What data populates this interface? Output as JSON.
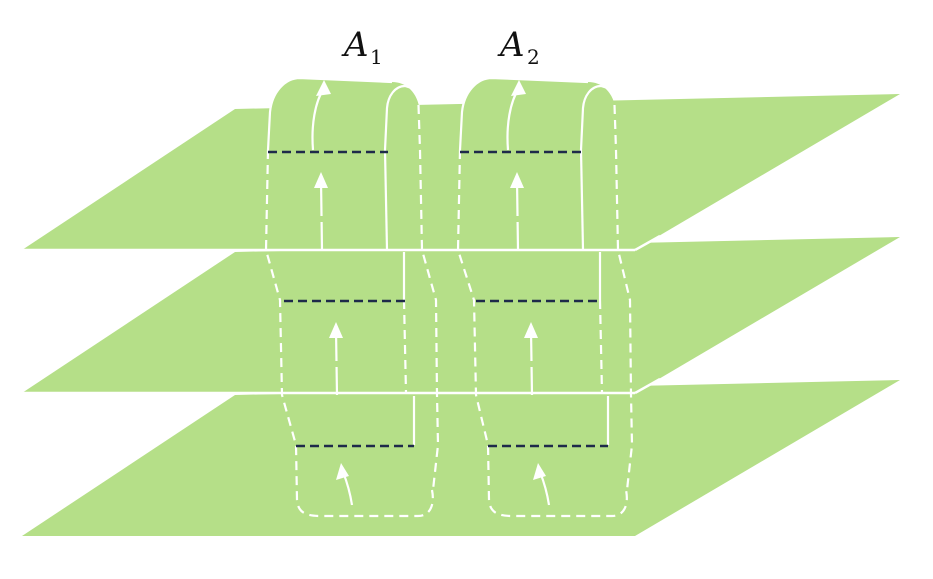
{
  "labels": {
    "a1": {
      "main": "A",
      "sub": "1"
    },
    "a2": {
      "main": "A",
      "sub": "2"
    }
  },
  "colors": {
    "sheet": "#b5df88",
    "tube_line": "#ffffff",
    "cut_line": "#1e2a4a",
    "background": "#ffffff"
  }
}
